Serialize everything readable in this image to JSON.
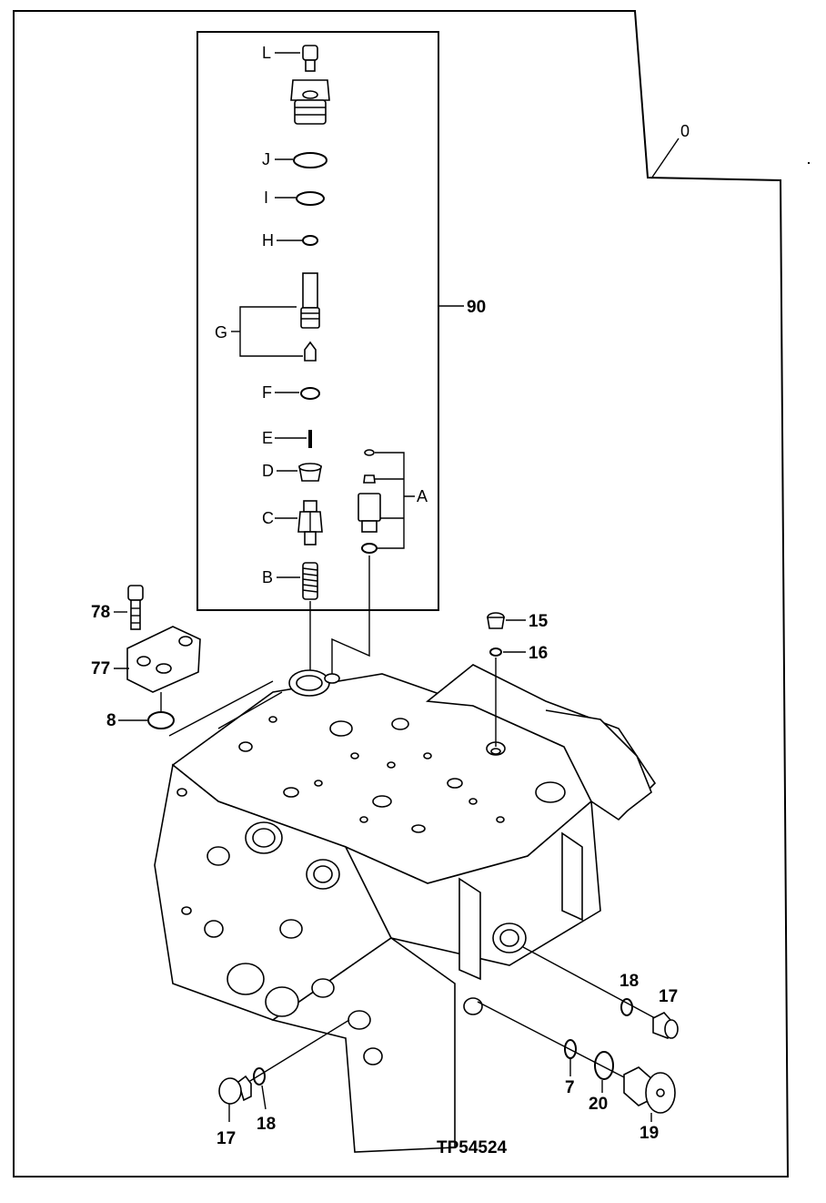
{
  "figure_code": "TP54524",
  "assembly_label": "90",
  "view_marker": "0",
  "kit_labels": {
    "L": "L",
    "J": "J",
    "I": "I",
    "H": "H",
    "G": "G",
    "F": "F",
    "E": "E",
    "D": "D",
    "C": "C",
    "B": "B",
    "A": "A"
  },
  "part_callouts": {
    "p78": "78",
    "p77": "77",
    "p8": "8",
    "p15": "15",
    "p16": "16",
    "p18_right": "18",
    "p17_right": "17",
    "p7": "7",
    "p20": "20",
    "p19": "19",
    "p17_left": "17",
    "p18_left": "18"
  },
  "colors": {
    "ink": "#000000",
    "paper": "#ffffff"
  }
}
